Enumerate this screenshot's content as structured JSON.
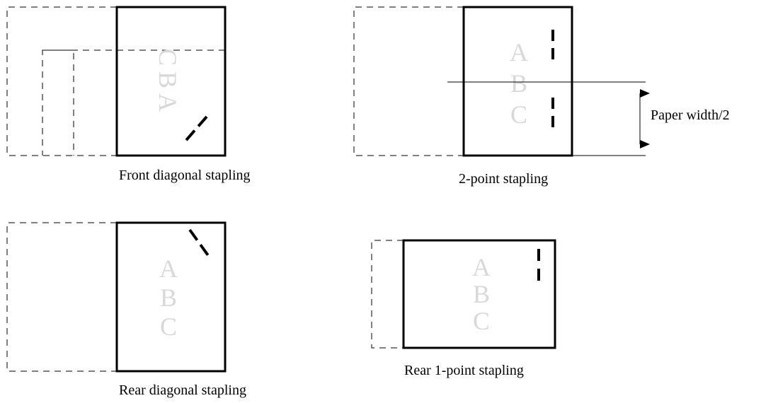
{
  "captions": {
    "front_diagonal": "Front diagonal stapling",
    "two_point": "2-point stapling",
    "rear_diagonal": "Rear diagonal stapling",
    "rear_one_point": "Rear 1-point stapling"
  },
  "dimension_label": "Paper width/2",
  "watermark_letters": [
    "A",
    "B",
    "C"
  ],
  "colors": {
    "line": "#000000",
    "watermark": "#d8d8d8"
  }
}
